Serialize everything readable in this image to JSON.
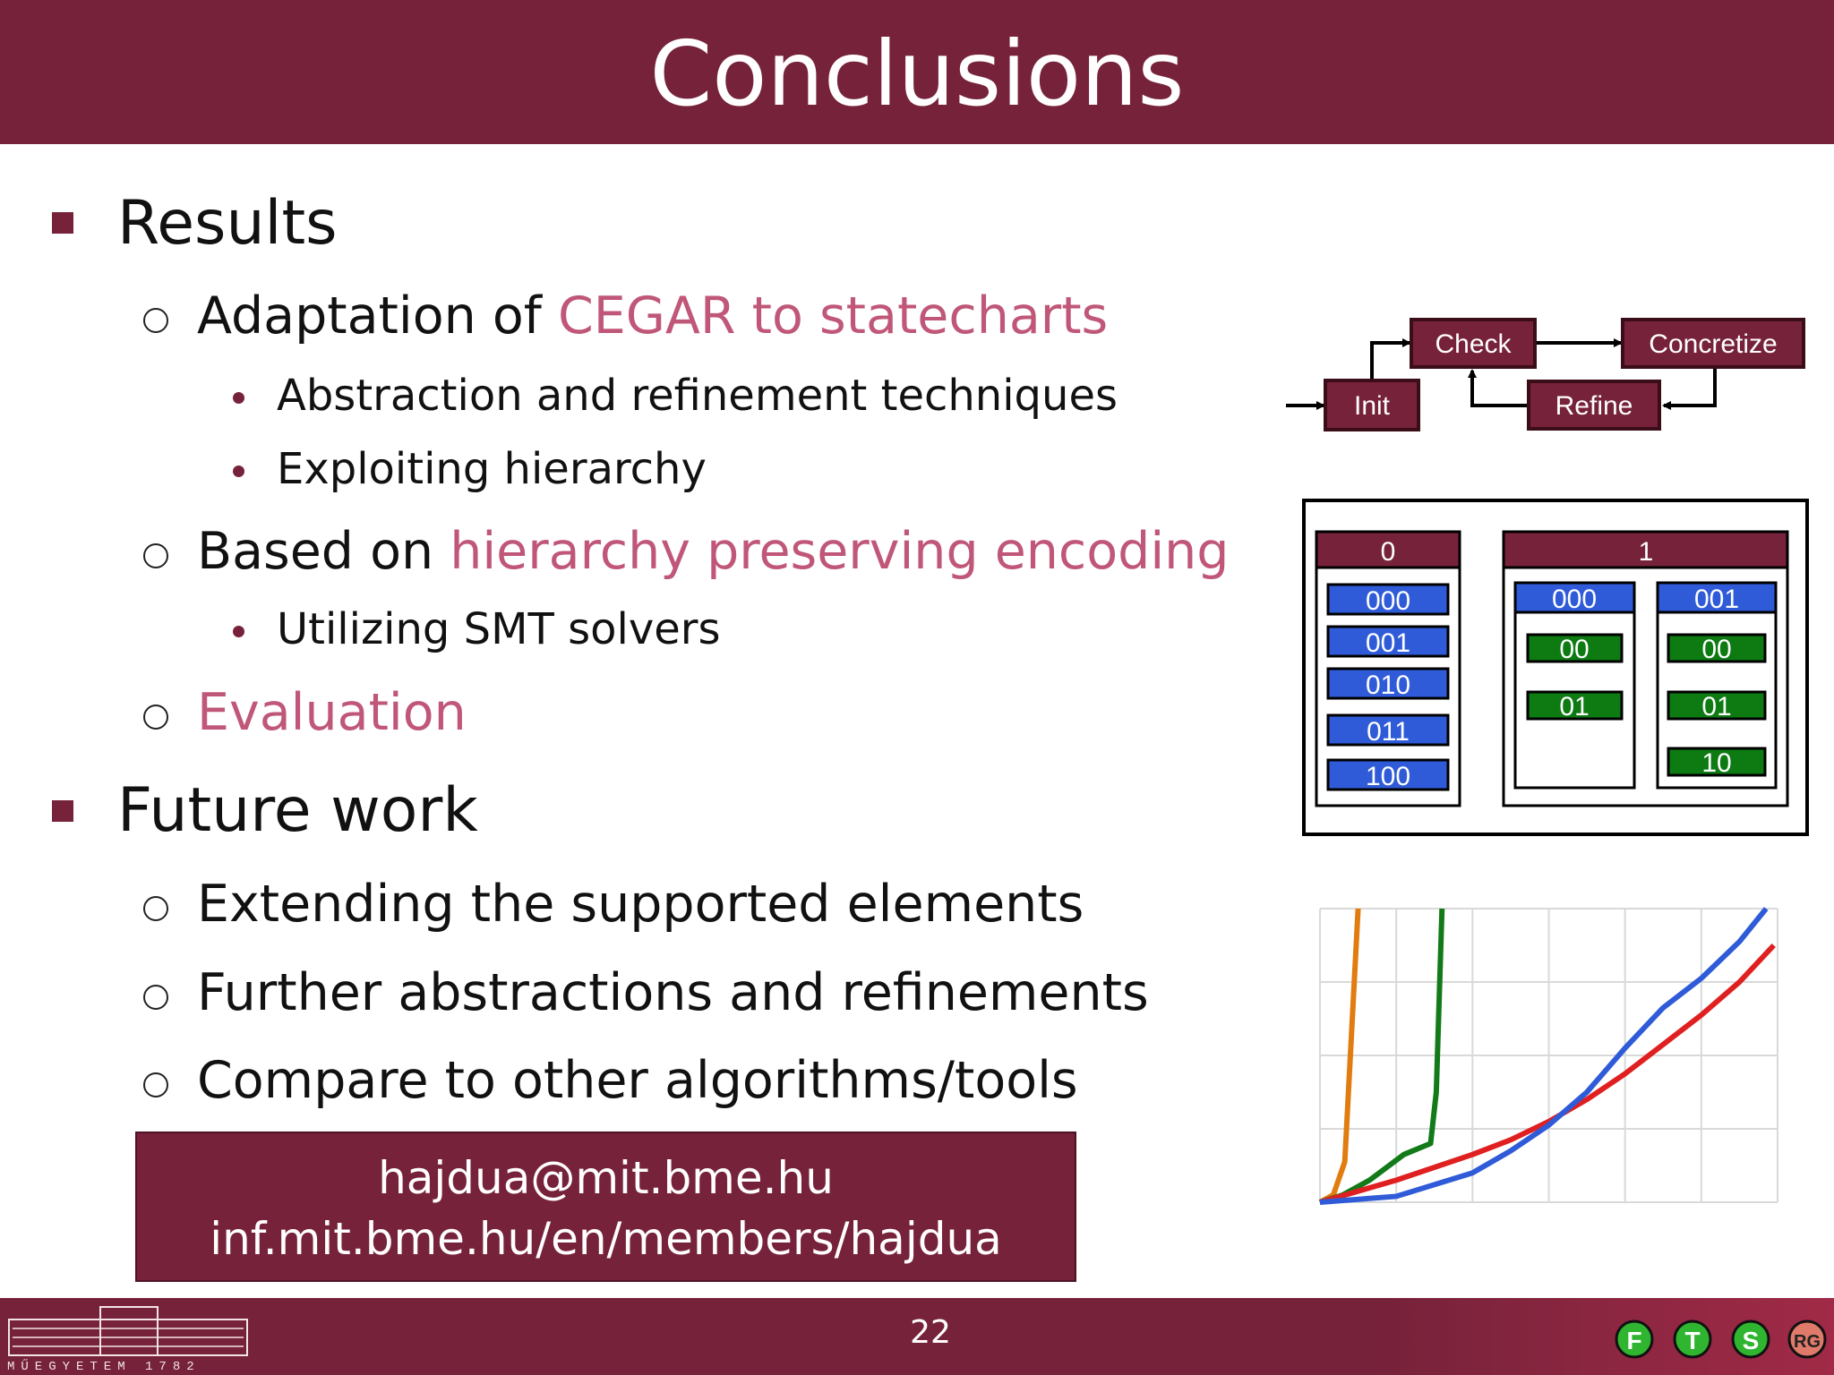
{
  "title": "Conclusions",
  "results": {
    "heading": "Results",
    "item1": {
      "prefix": "Adaptation of ",
      "highlight": "CEGAR to statecharts"
    },
    "sub1a": "Abstraction and refinement techniques",
    "sub1b": "Exploiting hierarchy",
    "item2": {
      "prefix": "Based on ",
      "highlight": "hierarchy preserving encoding"
    },
    "sub2a": "Utilizing SMT solvers",
    "item3": "Evaluation"
  },
  "future": {
    "heading": "Future work",
    "items": [
      "Extending the supported elements",
      "Further abstractions and refinements",
      "Compare to other algorithms/tools"
    ]
  },
  "contact": {
    "email": "hajdua@mit.bme.hu",
    "url": "inf.mit.bme.hu/en/members/hajdua"
  },
  "flow": {
    "init": "Init",
    "check": "Check",
    "concretize": "Concretize",
    "refine": "Refine"
  },
  "encoding": {
    "group0": {
      "label": "0",
      "codes": [
        "000",
        "001",
        "010",
        "011",
        "100"
      ]
    },
    "group1": {
      "label": "1",
      "left": {
        "label": "000",
        "codes": [
          "00",
          "01"
        ]
      },
      "right": {
        "label": "001",
        "codes": [
          "00",
          "01",
          "10"
        ]
      }
    }
  },
  "footer": {
    "page": "22",
    "university": "MŰEGYETEM 1782",
    "logos": [
      "F",
      "T",
      "S",
      "RG"
    ]
  },
  "colors": {
    "accent": "#76223a",
    "highlight": "#c05778",
    "blue": "#2f5bd8",
    "green": "#0d7a12"
  },
  "chart_data": {
    "type": "line",
    "title": "",
    "xlabel": "",
    "ylabel": "",
    "xlim": [
      0,
      12
    ],
    "ylim": [
      0,
      4
    ],
    "grid": true,
    "series": [
      {
        "color": "#e07c10",
        "x": [
          0,
          0.35,
          0.65,
          1.0
        ],
        "y": [
          0,
          0.1,
          0.55,
          4.0
        ]
      },
      {
        "color": "#127a18",
        "x": [
          0,
          0.6,
          1.3,
          2.2,
          2.9,
          3.05,
          3.2
        ],
        "y": [
          0,
          0.1,
          0.3,
          0.65,
          0.8,
          1.5,
          4.0
        ]
      },
      {
        "color": "#e02020",
        "x": [
          0,
          2,
          4,
          5,
          6,
          7,
          8,
          9,
          10,
          11,
          11.9
        ],
        "y": [
          0,
          0.3,
          0.65,
          0.85,
          1.1,
          1.4,
          1.75,
          2.15,
          2.55,
          3.0,
          3.5
        ]
      },
      {
        "color": "#2f5bd8",
        "x": [
          0,
          2,
          4,
          5,
          6,
          7,
          8,
          9,
          10,
          11,
          11.7
        ],
        "y": [
          0,
          0.08,
          0.4,
          0.7,
          1.05,
          1.5,
          2.1,
          2.65,
          3.05,
          3.55,
          4.0
        ]
      }
    ]
  }
}
